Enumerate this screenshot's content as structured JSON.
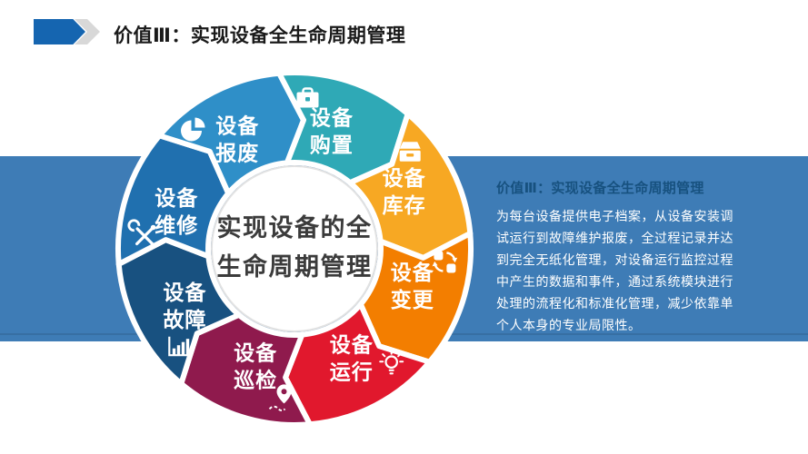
{
  "slide": {
    "title": "价值Ⅲ：实现设备全生命周期管理",
    "colors": {
      "title_text": "#1A1A1A",
      "title_arrow": "#1565B0",
      "title_chevron": "#D8D8D8",
      "band": "#3E7CB6",
      "panel_heading": "#17517F",
      "panel_body_text": "#FFFFFF",
      "center_text": "#3B3B3B"
    }
  },
  "wheel": {
    "center": {
      "line1": "实现设备的全",
      "line2": "生命周期管理"
    },
    "segments": [
      {
        "id": "purchase",
        "line1": "设备",
        "line2": "购置",
        "color": "#2FA9B6",
        "icon": "briefcase-icon"
      },
      {
        "id": "inventory",
        "line1": "设备",
        "line2": "库存",
        "color": "#F7A823",
        "icon": "storage-box-icon"
      },
      {
        "id": "change",
        "line1": "设备",
        "line2": "变更",
        "color": "#F37E00",
        "icon": "sync-arrows-icon"
      },
      {
        "id": "operation",
        "line1": "设备",
        "line2": "运行",
        "color": "#E1182D",
        "icon": "lightbulb-icon"
      },
      {
        "id": "inspection",
        "line1": "设备",
        "line2": "巡检",
        "color": "#8F1A4D",
        "icon": "location-pin-icon"
      },
      {
        "id": "failure",
        "line1": "设备",
        "line2": "故障",
        "color": "#185180",
        "icon": "bar-chart-icon"
      },
      {
        "id": "maintenance",
        "line1": "设备",
        "line2": "维修",
        "color": "#2070AF",
        "icon": "tools-icon"
      },
      {
        "id": "scrap",
        "line1": "设备",
        "line2": "报废",
        "color": "#2F8FC8",
        "icon": "pie-chart-icon"
      }
    ]
  },
  "panel": {
    "heading": "价值Ⅲ：实现设备全生命周期管理",
    "body": "为每台设备提供电子档案，从设备安装调\n试运行到故障维护报废，全过程记录并达\n到完全无纸化管理，对设备运行监控过程\n中产生的数据和事件，通过系统模块进行\n处理的流程化和标准化管理，减少依靠单\n个人本身的专业局限性。"
  }
}
